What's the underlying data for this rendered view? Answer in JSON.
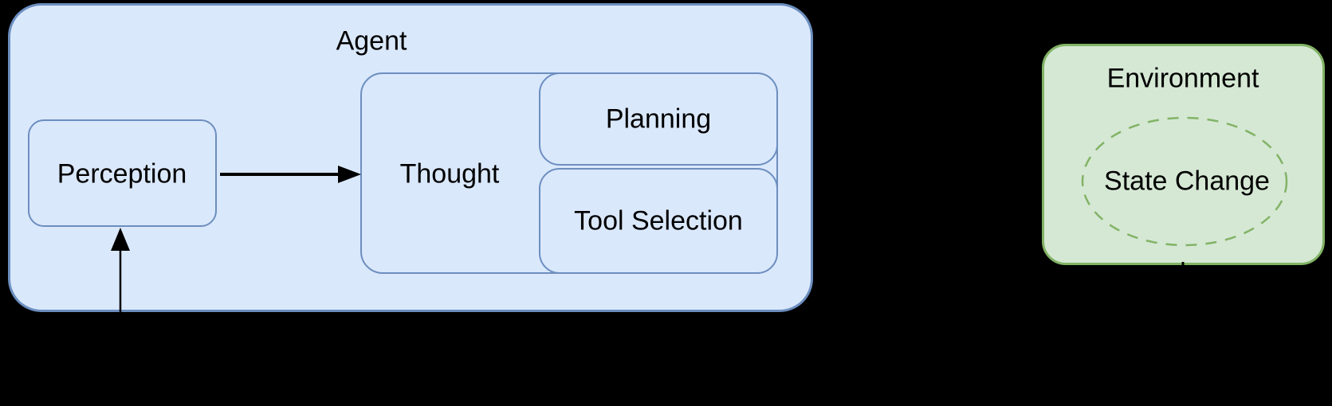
{
  "diagram": {
    "background_color": "#000000",
    "agent": {
      "label": "Agent",
      "fill_color": "#dae8fc",
      "stroke_color": "#6c8ebf",
      "children": {
        "perception": {
          "label": "Perception"
        },
        "thought": {
          "label": "Thought"
        },
        "planning": {
          "label": "Planning"
        },
        "tool_selection": {
          "label": "Tool Selection"
        }
      }
    },
    "environment": {
      "label": "Environment",
      "fill_color": "#d5e8d4",
      "stroke_color": "#82b366",
      "children": {
        "state_change": {
          "label": "State Change"
        }
      }
    },
    "arrows": {
      "color": "#000000",
      "perception_to_thought": "Perception to Thought",
      "input_to_perception": "Upward arrow into Perception from below",
      "environment_outgoing_stub": "Connector stub below Environment"
    }
  }
}
